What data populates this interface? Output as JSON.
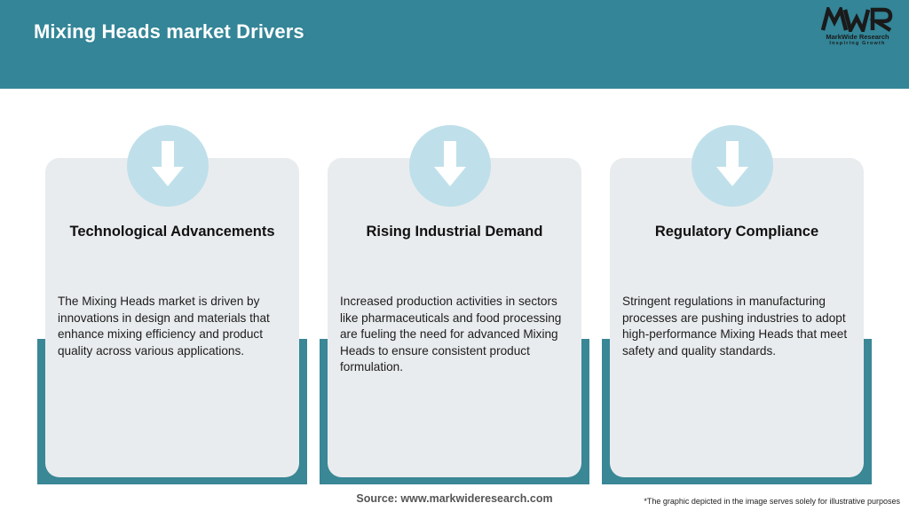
{
  "header": {
    "title": "Mixing Heads market Drivers",
    "logo": {
      "mark": "MWR",
      "name": "MarkWide Research",
      "tagline": "Inspiring Growth"
    }
  },
  "cards": [
    {
      "icon": "arrow-down-icon",
      "title": "Technological Advancements",
      "text": "The Mixing Heads market is driven by innovations in design and materials that enhance mixing efficiency and product quality across various applications."
    },
    {
      "icon": "arrow-down-icon",
      "title": "Rising Industrial Demand",
      "text": "Increased production activities in sectors like pharmaceuticals and food processing are fueling the need for advanced Mixing Heads to ensure consistent product formulation."
    },
    {
      "icon": "arrow-down-icon",
      "title": "Regulatory Compliance",
      "text": "Stringent regulations in manufacturing processes are pushing industries to adopt high-performance Mixing Heads that meet safety and quality standards."
    }
  ],
  "footer": {
    "source": "Source: www.markwideresearch.com",
    "note": "*The graphic depicted in the image serves solely for illustrative purposes"
  },
  "colors": {
    "header_bg": "#338597",
    "card_bg": "#e9ecee",
    "teal_base": "#3a8796",
    "icon_circle": "#bfe0ea"
  }
}
